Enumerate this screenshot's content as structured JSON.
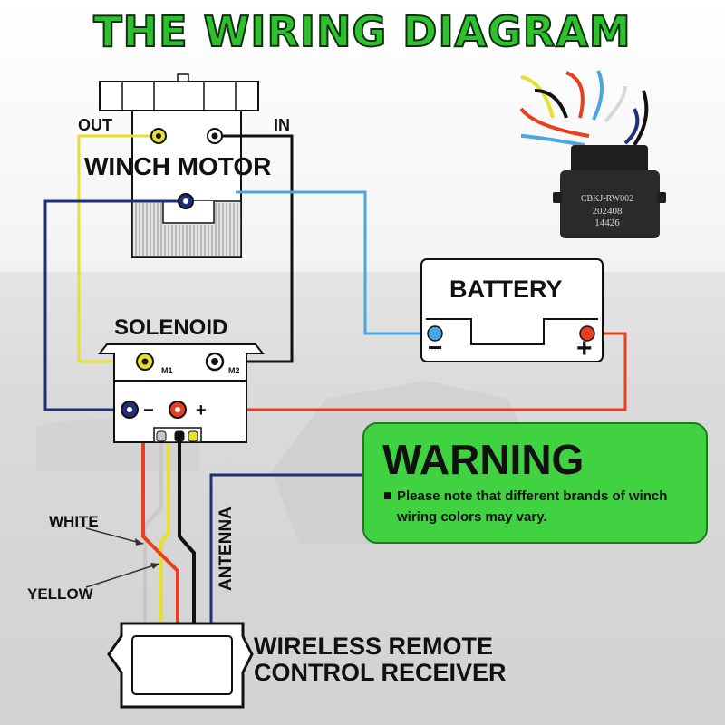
{
  "title": "THE WIRING DIAGRAM",
  "labels": {
    "out": "OUT",
    "in": "IN",
    "winch_motor": "WINCH MOTOR",
    "battery": "BATTERY",
    "solenoid": "SOLENOID",
    "m1": "M1",
    "m2": "M2",
    "minus": "−",
    "plus": "+",
    "white": "WHITE",
    "yellow": "YELLOW",
    "antenna": "ANTENNA",
    "receiver_line1": "WIRELESS REMOTE",
    "receiver_line2": "CONTROL RECEIVER"
  },
  "warning": {
    "title": "WARNING",
    "text": "Please note that different brands of winch wiring colors may vary."
  },
  "module_label": {
    "line1": "CBKJ-RW002",
    "line2": "202408",
    "line3": "14426"
  },
  "colors": {
    "title_green": "#2ec12e",
    "warning_green": "#40d240",
    "wire_yellow": "#e6e030",
    "wire_black": "#111111",
    "wire_navy": "#1f2f7a",
    "wire_blue": "#4aa6e0",
    "wire_red": "#e8401e",
    "wire_white": "#c8c8c8"
  }
}
